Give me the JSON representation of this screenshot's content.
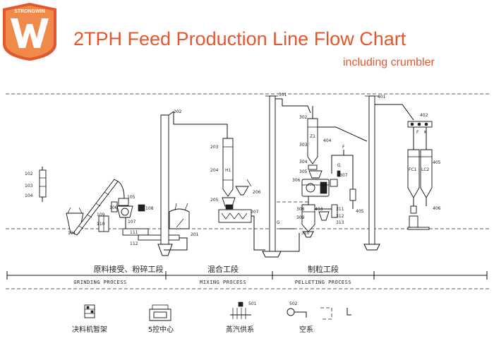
{
  "header": {
    "logo_text": "STRONGWIN",
    "title": "2TPH Feed Production Line Flow Chart",
    "subtitle": "including crumbler"
  },
  "colors": {
    "accent": "#e4572e",
    "line": "#111111"
  },
  "equipment_labels": {
    "l101": "101",
    "l102": "102",
    "l103": "103",
    "l104": "104",
    "l105": "105",
    "l106": "106",
    "l107": "107",
    "l108": "108",
    "l109": "109",
    "l110": "110",
    "l111": "111",
    "l112": "112",
    "l201": "201",
    "l202": "202",
    "l203": "203",
    "l204": "204",
    "l205": "205",
    "l206": "206",
    "l207": "207",
    "l301": "301",
    "l302": "302",
    "l303": "303",
    "l304": "304",
    "l305": "305",
    "l306": "306",
    "l307": "307",
    "l308": "308",
    "l309": "309",
    "l310": "310",
    "l311": "311",
    "l312": "312",
    "l313": "313",
    "l401": "401",
    "l402": "402",
    "l403": "403",
    "l404": "404",
    "l405": "405",
    "l406": "406",
    "l501": "501",
    "l502": "502",
    "lF1": "F",
    "lF2": "F",
    "lK": "K",
    "lG1": "G",
    "lG2": "G",
    "lZ1": "Z1",
    "lH1": "H1",
    "lFC1": "FC1",
    "lLC2": "LC2"
  },
  "processes": [
    {
      "cn": "原料接受、粉碎工段",
      "en": "GRINDING PROCESS"
    },
    {
      "cn": "混合工段",
      "en": "MIXING PROCESS"
    },
    {
      "cn": "制粒工段",
      "en": "PELLETING PROCESS"
    }
  ],
  "legend": [
    {
      "label": "决料机暂架",
      "icon": "rack-icon"
    },
    {
      "label": "5控中心",
      "icon": "control-center-icon"
    },
    {
      "label": "蒸汽供系",
      "icon": "steam-system-icon"
    },
    {
      "label": "空系",
      "icon": "air-system-icon"
    }
  ]
}
